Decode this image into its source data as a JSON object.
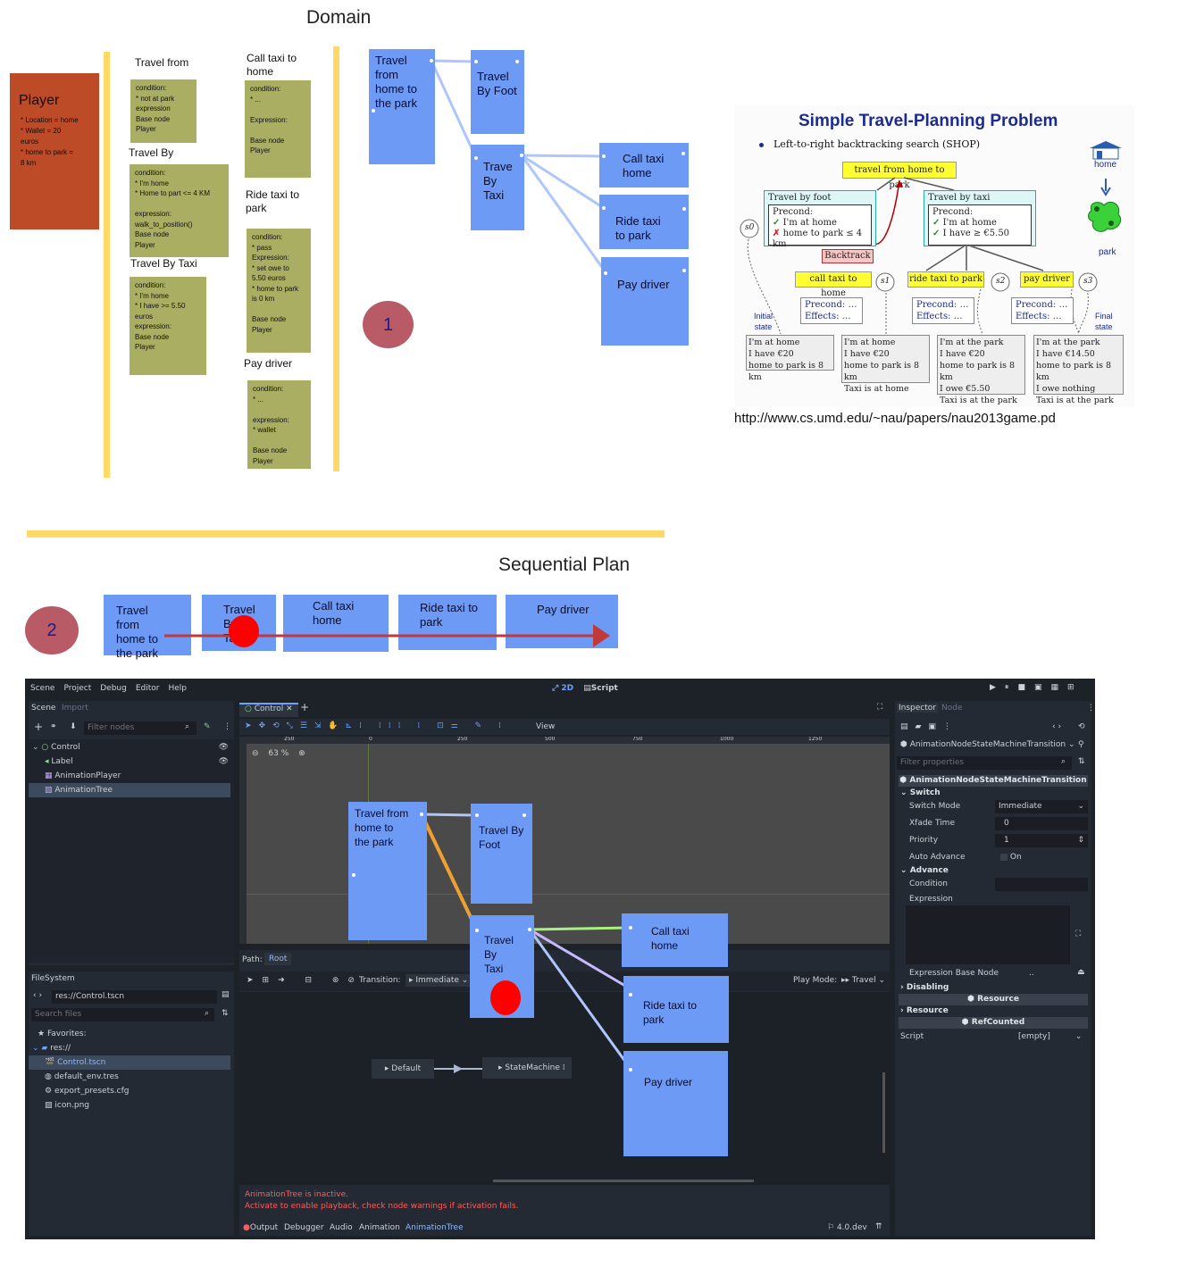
{
  "headings": {
    "domain": "Domain",
    "sequential": "Sequential Plan"
  },
  "player": {
    "title": "Player",
    "details": "* Location = home\n* Wallet = 20\neuros\n* home to park =\n8 km"
  },
  "domain_notes": {
    "travel_from": {
      "label": "Travel from",
      "note": "condition:\n* not at park\nexpression\nBase node\nPlayer"
    },
    "travel_by": {
      "label": "Travel By",
      "note": "condition:\n* I'm home\n* Home to part <= 4 KM\n\nexpression:\nwalk_to_position()\nBase node\nPlayer"
    },
    "travel_by_taxi": {
      "label": "Travel By Taxi",
      "note": "condition:\n* I'm home\n* I have >= 5.50\neuros\nexpression:\n Base node\n Player"
    },
    "call_taxi": {
      "label": "Call taxi to\nhome",
      "note": "condition:\n* ...\n\nExpression:\n\nBase node\nPlayer"
    },
    "ride_taxi": {
      "label": "Ride taxi to\npark",
      "note": "condition:\n* pass\nExpression:\n* set owe to\n5.50 euros\n* home to park\nis 0 km\n\n Base node\n Player"
    },
    "pay_driver": {
      "label": "Pay driver",
      "note": "condition:\n* ...\n\nexpression:\n* wallet\n\n Base node\n Player"
    }
  },
  "graph_nodes": {
    "travel_from": [
      "Travel",
      "from",
      "home to",
      "the park"
    ],
    "travel_foot": [
      "Travel",
      "By Foot"
    ],
    "travel_taxi": [
      "Trave",
      "By",
      "Taxi"
    ],
    "call_taxi": [
      "Call taxi",
      "home"
    ],
    "ride_taxi": [
      "Ride taxi",
      "to park"
    ],
    "pay_driver": [
      "Pay driver"
    ]
  },
  "markers": {
    "one": "1",
    "two": "2"
  },
  "paper": {
    "title": "Simple Travel-Planning Problem",
    "bullet": "Left-to-right backtracking search (SHOP)",
    "root": "travel from home to park",
    "foot_title": "Travel by foot",
    "foot_precond": "Precond:",
    "foot_c1": "I'm at home",
    "foot_c2": "home to park ≤ 4 km",
    "taxi_title": "Travel by taxi",
    "taxi_precond": "Precond:",
    "taxi_c1": "I'm at home",
    "taxi_c2": "I have ≥ €5.50",
    "backtrack": "Backtrack",
    "call": "call taxi to home",
    "ride": "ride taxi to park",
    "pay": "pay driver",
    "pe_precond": "Precond: …",
    "pe_effects": "Effects: …",
    "s0": "s0",
    "s1": "s1",
    "s2": "s2",
    "s3": "s3",
    "initial": "Initial\nstate",
    "final": "Final\nstate",
    "home": "home",
    "park": "park",
    "state0": "I'm at home\nI have €20\nhome to park is 8 km",
    "state1": "I'm at home\nI have €20\nhome to park is 8 km\nTaxi is at home",
    "state2": "I'm at the park\nI have €20\nhome to park is 8 km\nI owe €5.50\nTaxi is at the park",
    "state3": "I'm at the park\nI have €14.50\nhome to park is 8 km\nI owe nothing\nTaxi is at the park",
    "url": "http://www.cs.umd.edu/~nau/papers/nau2013game.pd"
  },
  "sequence": [
    "Travel\nfrom\nhome to\nthe park",
    "Travel\nBy\nTaxi",
    "Call taxi\nhome",
    "Ride taxi to\npark",
    "Pay driver"
  ],
  "godot": {
    "menu": [
      "Scene",
      "Project",
      "Debug",
      "Editor",
      "Help"
    ],
    "mode_2d": "2D",
    "mode_script": "Script",
    "left_tabs": [
      "Scene",
      "Import"
    ],
    "filter_nodes": "Filter nodes",
    "tree": [
      "Control",
      "Label",
      "AnimationPlayer",
      "AnimationTree"
    ],
    "filesystem": "FileSystem",
    "fs_path": "res://Control.tscn",
    "search_files": "Search files",
    "fs_items": [
      "Favorites:",
      "res://",
      "Control.tscn",
      "default_env.tres",
      "export_presets.cfg",
      "icon.png"
    ],
    "scene_tab": "Control",
    "view": "View",
    "zoom": "63 %",
    "ruler": [
      "250",
      "0",
      "250",
      "500",
      "750",
      "1000",
      "1250"
    ],
    "nodes": {
      "travel_from": [
        "Travel from",
        "home to",
        "the park"
      ],
      "travel_foot": [
        "Travel By",
        "Foot"
      ],
      "travel_taxi": [
        "Travel",
        "By",
        "Taxi"
      ],
      "call_taxi": [
        "Call taxi",
        "home"
      ],
      "ride_taxi": [
        "Ride taxi to",
        "park"
      ],
      "pay_driver": [
        "Pay driver"
      ]
    },
    "path_label": "Path:",
    "path_root": "Root",
    "transition_label": "Transition:",
    "transition_value": "Immediate",
    "play_mode_label": "Play Mode:",
    "play_mode_value": "Travel",
    "sm_default": "Default",
    "sm_statemachine": "StateMachine",
    "warn1": "AnimationTree is inactive.",
    "warn2": "Activate to enable playback, check node warnings if activation fails.",
    "bottom_tabs": [
      "Output",
      "Debugger",
      "Audio",
      "Animation",
      "AnimationTree"
    ],
    "version": "4.0.dev",
    "inspector_tabs": [
      "Inspector",
      "Node"
    ],
    "resource_name": "AnimationNodeStateMachineTransition",
    "filter_props": "Filter properties",
    "class_header": "AnimationNodeStateMachineTransition",
    "switch": "Switch",
    "props": [
      {
        "k": "Switch Mode",
        "v": "Immediate"
      },
      {
        "k": "Xfade Time",
        "v": "0"
      },
      {
        "k": "Priority",
        "v": "1"
      },
      {
        "k": "Auto Advance",
        "v": "On"
      }
    ],
    "advance": "Advance",
    "condition": "Condition",
    "expression": "Expression",
    "expr_base": "Expression Base Node",
    "expr_base_val": "..",
    "disabling": "Disabling",
    "resource": "Resource",
    "resource2": "Resource",
    "refcounted": "RefCounted",
    "script_k": "Script",
    "script_v": "[empty]"
  },
  "colors": {
    "node": "#6d9af5",
    "sticky": "#a9ae62",
    "player": "#bd4b27",
    "highlight": "#ffd966",
    "marker": "#b95b66",
    "arrow": "#c0393b"
  }
}
